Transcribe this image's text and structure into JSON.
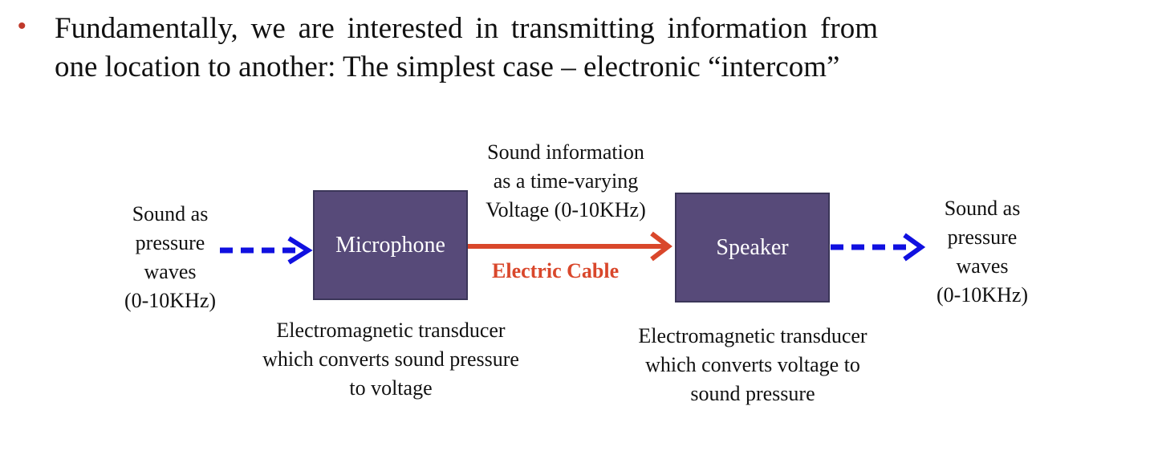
{
  "bullet": {
    "text": "Fundamentally, we are interested in transmitting information from one location to another: The simplest case – electronic “intercom”",
    "marker": "•"
  },
  "diagram": {
    "left_input": [
      "Sound as",
      "pressure",
      "waves",
      "(0-10KHz)"
    ],
    "microphone": {
      "label": "Microphone",
      "description": [
        "Electromagnetic transducer",
        "which converts sound pressure",
        "to voltage"
      ]
    },
    "signal": [
      "Sound information",
      "as a time-varying",
      "Voltage (0-10KHz)"
    ],
    "cable_label": "Electric Cable",
    "speaker": {
      "label": "Speaker",
      "description": [
        "Electromagnetic transducer",
        "which converts voltage to",
        "sound pressure"
      ]
    },
    "right_output": [
      "Sound as",
      "pressure",
      "waves",
      "(0-10KHz)"
    ]
  },
  "colors": {
    "bullet_marker": "#c0392b",
    "block_fill": "#574a79",
    "cable": "#d9472b",
    "sound_arrow": "#1010e0"
  }
}
